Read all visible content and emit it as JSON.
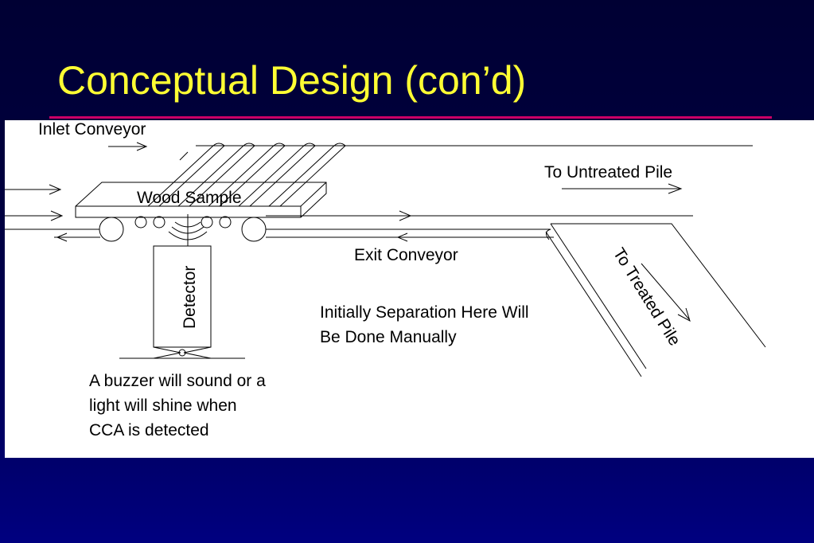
{
  "slide": {
    "title": "Conceptual Design (con’d)",
    "colors": {
      "title": "#ffff33",
      "rule": "#cc0066",
      "background": "#000040",
      "panel": "#ffffff"
    }
  },
  "diagram": {
    "inlet_conveyor": "Inlet Conveyor",
    "wood_sample": "Wood Sample",
    "detector": "Detector",
    "to_untreated_pile": "To Untreated Pile",
    "exit_conveyor": "Exit Conveyor",
    "to_treated_pile": "To Treated Pile",
    "separation_note": [
      "Initially Separation Here Will",
      "Be Done Manually"
    ],
    "buzzer_note": [
      "A buzzer will sound or a",
      "light will shine when",
      "CCA is detected"
    ]
  }
}
